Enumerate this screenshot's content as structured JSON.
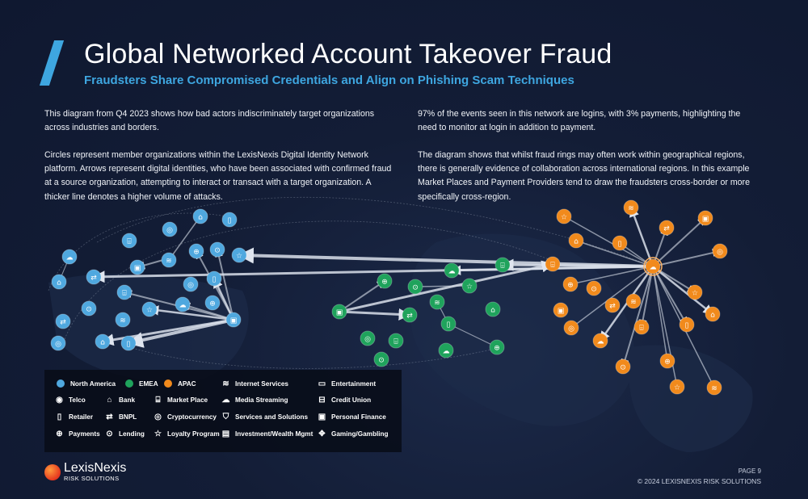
{
  "header": {
    "title": "Global Networked Account Takeover Fraud",
    "subtitle": "Fraudsters Share Compromised Credentials and Align on Phishing Scam Techniques"
  },
  "body": {
    "p1": "This diagram from Q4 2023 shows how bad actors indiscriminately target organizations across industries and borders.",
    "p2": "Circles represent member organizations within the LexisNexis Digital Identity Network platform. Arrows represent digital identities, who have been associated with confirmed fraud at a source organization, attempting to interact or transact with a target organization. A thicker line denotes a higher volume of attacks.",
    "p3": "97% of the events seen in this network are logins, with 3% payments, highlighting the need to monitor at login in addition to payment.",
    "p4": "The diagram shows that whilst fraud rings may often work within geographical regions, there is generally evidence of collaboration across international regions. In this example Market Places and Payment Providers tend to draw the fraudsters cross-border or more specifically cross-region."
  },
  "colors": {
    "north_america": "#4fa8df",
    "emea": "#1fa35c",
    "apac": "#f18a1c",
    "accent": "#3ea6e0"
  },
  "legend": {
    "regions": [
      {
        "label": "North America",
        "color": "#4fa8df"
      },
      {
        "label": "EMEA",
        "color": "#1fa35c"
      },
      {
        "label": "APAC",
        "color": "#f18a1c"
      }
    ],
    "industries": [
      {
        "label": "Internet Services",
        "icon": "wifi-icon",
        "glyph": "≋"
      },
      {
        "label": "Entertainment",
        "icon": "entertainment-icon",
        "glyph": "▭"
      },
      {
        "label": "Telco",
        "icon": "telco-icon",
        "glyph": "◉"
      },
      {
        "label": "Bank",
        "icon": "bank-icon",
        "glyph": "⌂"
      },
      {
        "label": "Market Place",
        "icon": "market-place-icon",
        "glyph": "⌸"
      },
      {
        "label": "Media Streaming",
        "icon": "media-streaming-icon",
        "glyph": "☁"
      },
      {
        "label": "Credit Union",
        "icon": "credit-union-icon",
        "glyph": "⊟"
      },
      {
        "label": "Retailer",
        "icon": "retailer-icon",
        "glyph": "▯"
      },
      {
        "label": "BNPL",
        "icon": "bnpl-icon",
        "glyph": "⇄"
      },
      {
        "label": "Cryptocurrency",
        "icon": "cryptocurrency-icon",
        "glyph": "◎"
      },
      {
        "label": "Services and Solutions",
        "icon": "services-icon",
        "glyph": "⛉"
      },
      {
        "label": "Personal Finance",
        "icon": "personal-finance-icon",
        "glyph": "▣"
      },
      {
        "label": "Payments",
        "icon": "payments-icon",
        "glyph": "⊕"
      },
      {
        "label": "Lending",
        "icon": "lending-icon",
        "glyph": "⊙"
      },
      {
        "label": "Loyalty Program",
        "icon": "loyalty-icon",
        "glyph": "☆"
      },
      {
        "label": "Investment/Wealth Mgmt",
        "icon": "investment-icon",
        "glyph": "▤"
      },
      {
        "label": "Gaming/Gambling",
        "icon": "gaming-icon",
        "glyph": "✥"
      }
    ]
  },
  "footer": {
    "brand": "LexisNexis",
    "brand_sub": "RISK SOLUTIONS",
    "page": "PAGE 9",
    "copyright": "© 2024 LEXISNEXIS RISK SOLUTIONS"
  }
}
